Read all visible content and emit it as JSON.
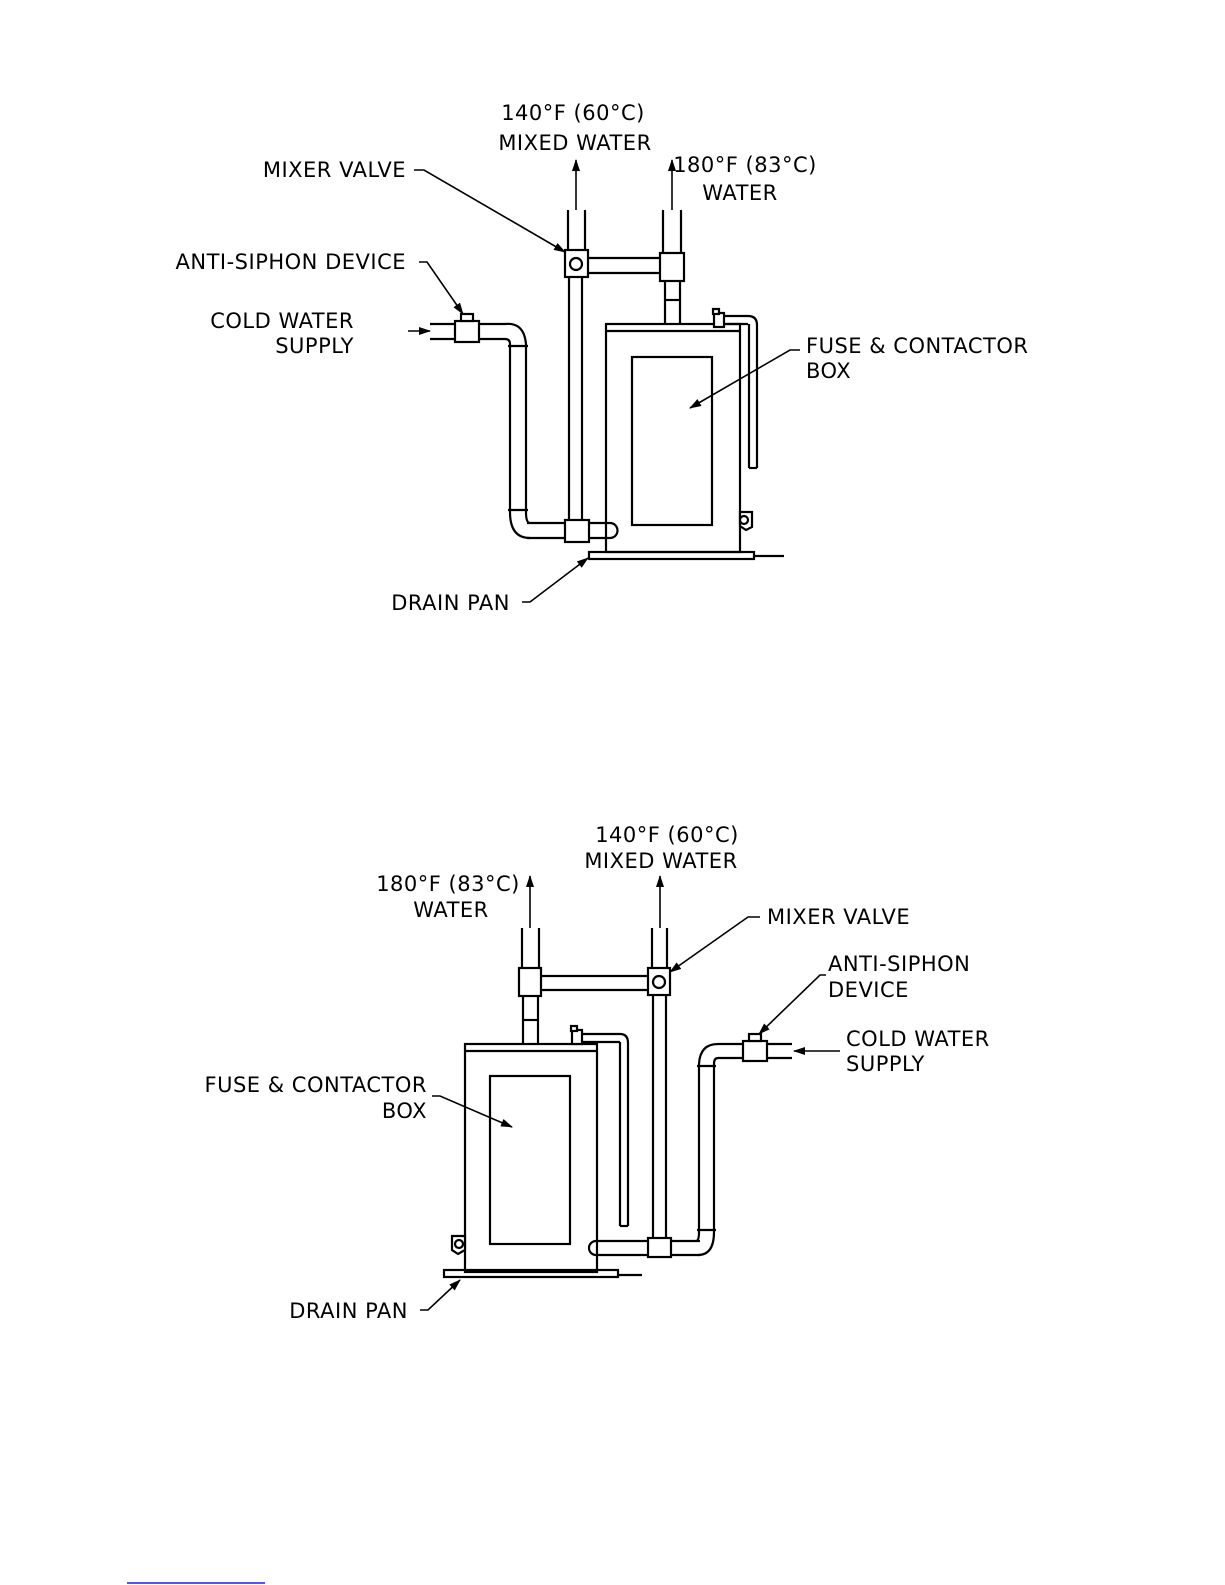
{
  "diagram_top": {
    "mixed_water_temp": "140°F (60°C)",
    "mixed_water_label": "MIXED WATER",
    "hot_water_temp": "180°F (83°C)",
    "hot_water_label": "WATER",
    "mixer_valve": "MIXER VALVE",
    "anti_siphon": "ANTI-SIPHON DEVICE",
    "cold_water_line1": "COLD WATER",
    "cold_water_line2": "SUPPLY",
    "fuse_box_line1": "FUSE & CONTACTOR",
    "fuse_box_line2": "BOX",
    "drain_pan": "DRAIN PAN"
  },
  "diagram_bottom": {
    "mixed_water_temp": "140°F (60°C)",
    "mixed_water_label": "MIXED WATER",
    "hot_water_temp": "180°F (83°C)",
    "hot_water_label": "WATER",
    "mixer_valve": "MIXER VALVE",
    "anti_siphon_line1": "ANTI-SIPHON",
    "anti_siphon_line2": "DEVICE",
    "cold_water_line1": "COLD WATER",
    "cold_water_line2": "SUPPLY",
    "fuse_box_line1": "FUSE & CONTACTOR",
    "fuse_box_line2": "BOX",
    "drain_pan": "DRAIN PAN"
  }
}
